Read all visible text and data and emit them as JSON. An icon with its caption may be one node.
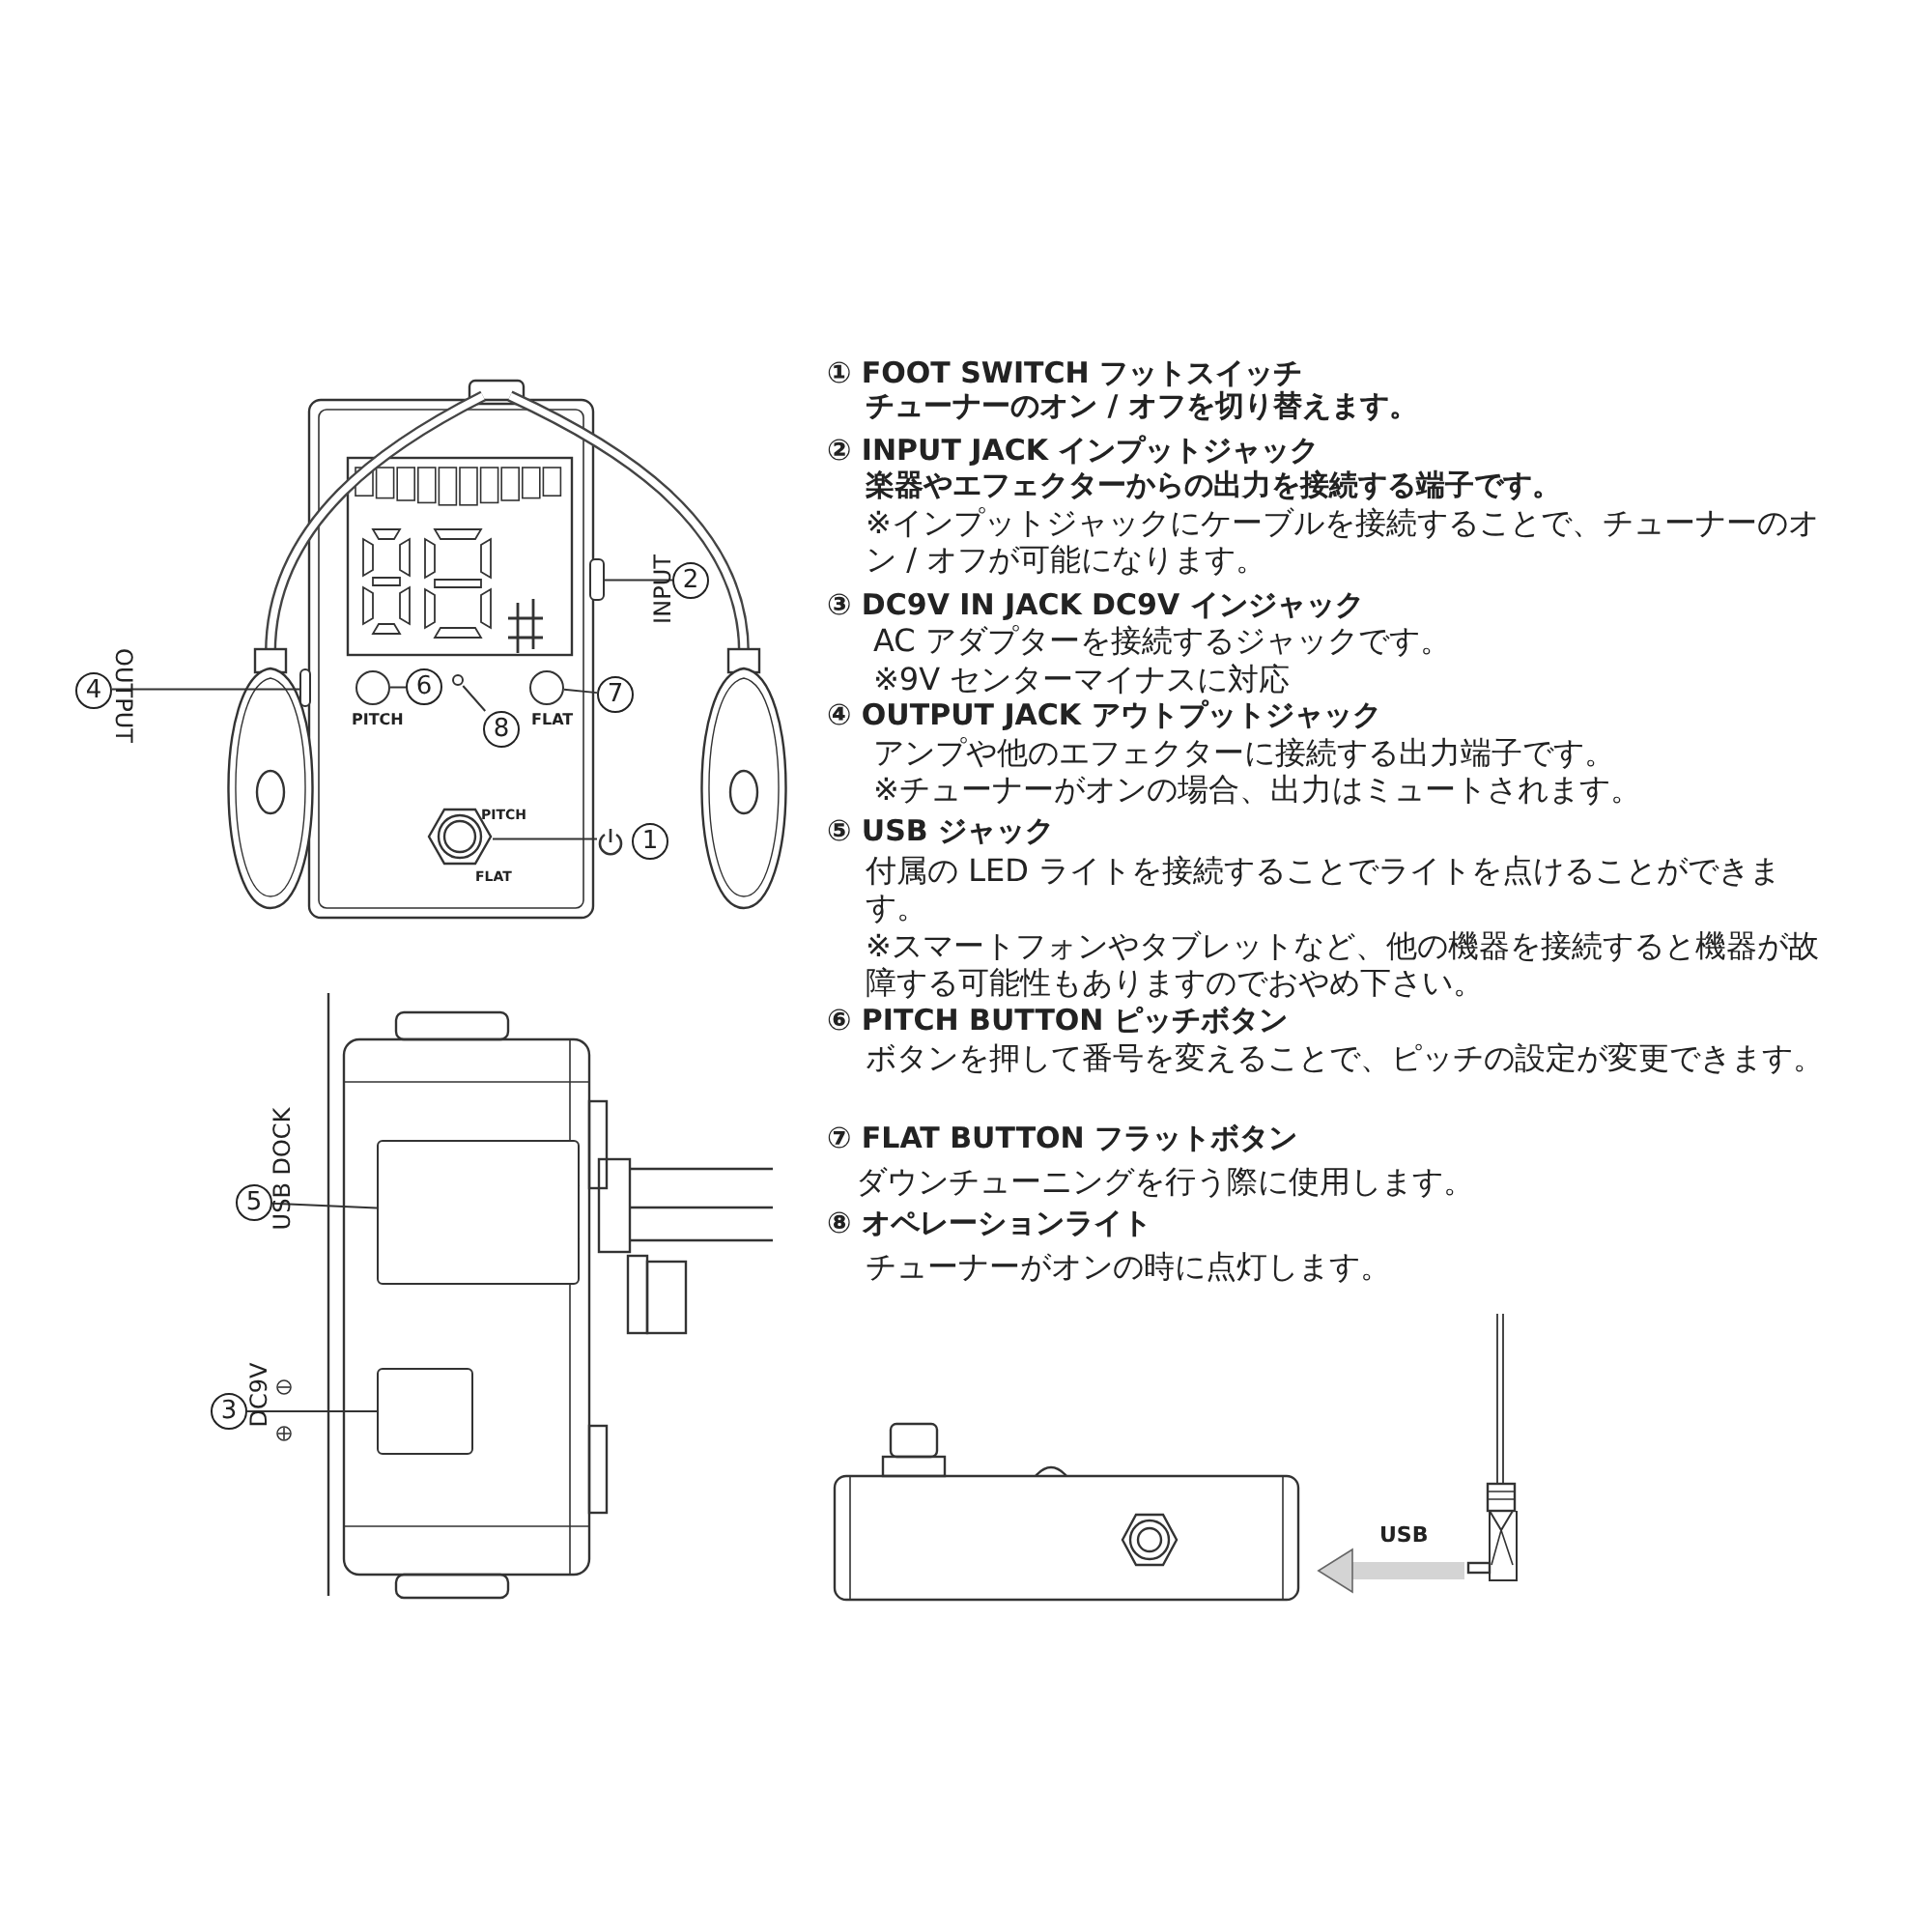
{
  "diagram": {
    "nodes": [
      {
        "text": [
          "1"
        ]
      },
      {
        "text": [],
        "shape": "picture"
      },
      {
        "text": [
          "2"
        ],
        "beside": [
          "INPUT"
        ]
      },
      {
        "text": [],
        "shape": "box"
      },
      {
        "text": [
          "4"
        ],
        "beside": [
          "OUTPUT"
        ]
      },
      {
        "text": [],
        "shape": "box"
      },
      {
        "text": [
          "6"
        ]
      },
      {
        "text": [],
        "shape": "circle"
      },
      {
        "text": [
          "8"
        ]
      },
      {
        "text": [],
        "shape": "circle"
      },
      {
        "text": [
          "7"
        ]
      },
      {
        "text": [],
        "shape": "circle"
      },
      {
        "text": [
          "5"
        ],
        "beside": [
          "USB DOCK"
        ]
      },
      {
        "text": [],
        "shape": "box"
      },
      {
        "text": [
          "3"
        ],
        "beside": [
          "DC9V"
        ]
      },
      {
        "text": [],
        "shape": "box"
      },
      {
        "text": [],
        "shape": "picture"
      }
    ],
    "edges": [
      {
        "from": 0,
        "to": 1,
        "arrow": "none"
      },
      {
        "from": 2,
        "to": 3,
        "arrow": "none"
      },
      {
        "from": 4,
        "to": 5,
        "arrow": "none"
      },
      {
        "from": 6,
        "to": 7,
        "arrow": "none"
      },
      {
        "from": 8,
        "to": 9,
        "arrow": "none"
      },
      {
        "from": 10,
        "to": 11,
        "arrow": "none"
      },
      {
        "from": 12,
        "to": 13,
        "arrow": "none"
      },
      {
        "from": 14,
        "to": 15,
        "arrow": "none"
      },
      {
        "from": 16,
        "to": null,
        "arrow": "to",
        "label": "USB",
        "style": "thick",
        "color": "#d4d4d4"
      }
    ],
    "labels": [
      "PITCH",
      "FLAT",
      "PITCH",
      "FLAT",
      "① FOOT SWITCH フットスイッチ",
      "チューナーのオン / オフを切り替えます。",
      "② INPUT JACK インプットジャック",
      "楽器やエフェクターからの出力を接続する端子です。",
      "※インプットジャックにケーブルを接続することで、チューナーのオン / オフが可能になります。",
      "③ DC9V IN JACK DC9V インジャック",
      "AC アダプターを接続するジャックです。",
      "※9V センターマイナスに対応",
      "④ OUTPUT JACK アウトプットジャック",
      "アンプや他のエフェクターに接続する出力端子です。",
      "※チューナーがオンの場合、出力はミュートされます。",
      "⑤ USB ジャック",
      "付属の LED ライトを接続することでライトを点けることができます。",
      "※スマートフォンやタブレットなど、他の機器を接続すると機器が故障する可能性もありますのでおやめ下さい。",
      "⑥ PITCH BUTTON ピッチボタン",
      "ボタンを押して番号を変えることで、ピッチの設定が変更できます。",
      "⑦ FLAT BUTTON フラットボタン",
      "ダウンチューニングを行う際に使用します。",
      "⑧ オペレーションライト",
      "チューナーがオンの時に点灯します。"
    ]
  }
}
